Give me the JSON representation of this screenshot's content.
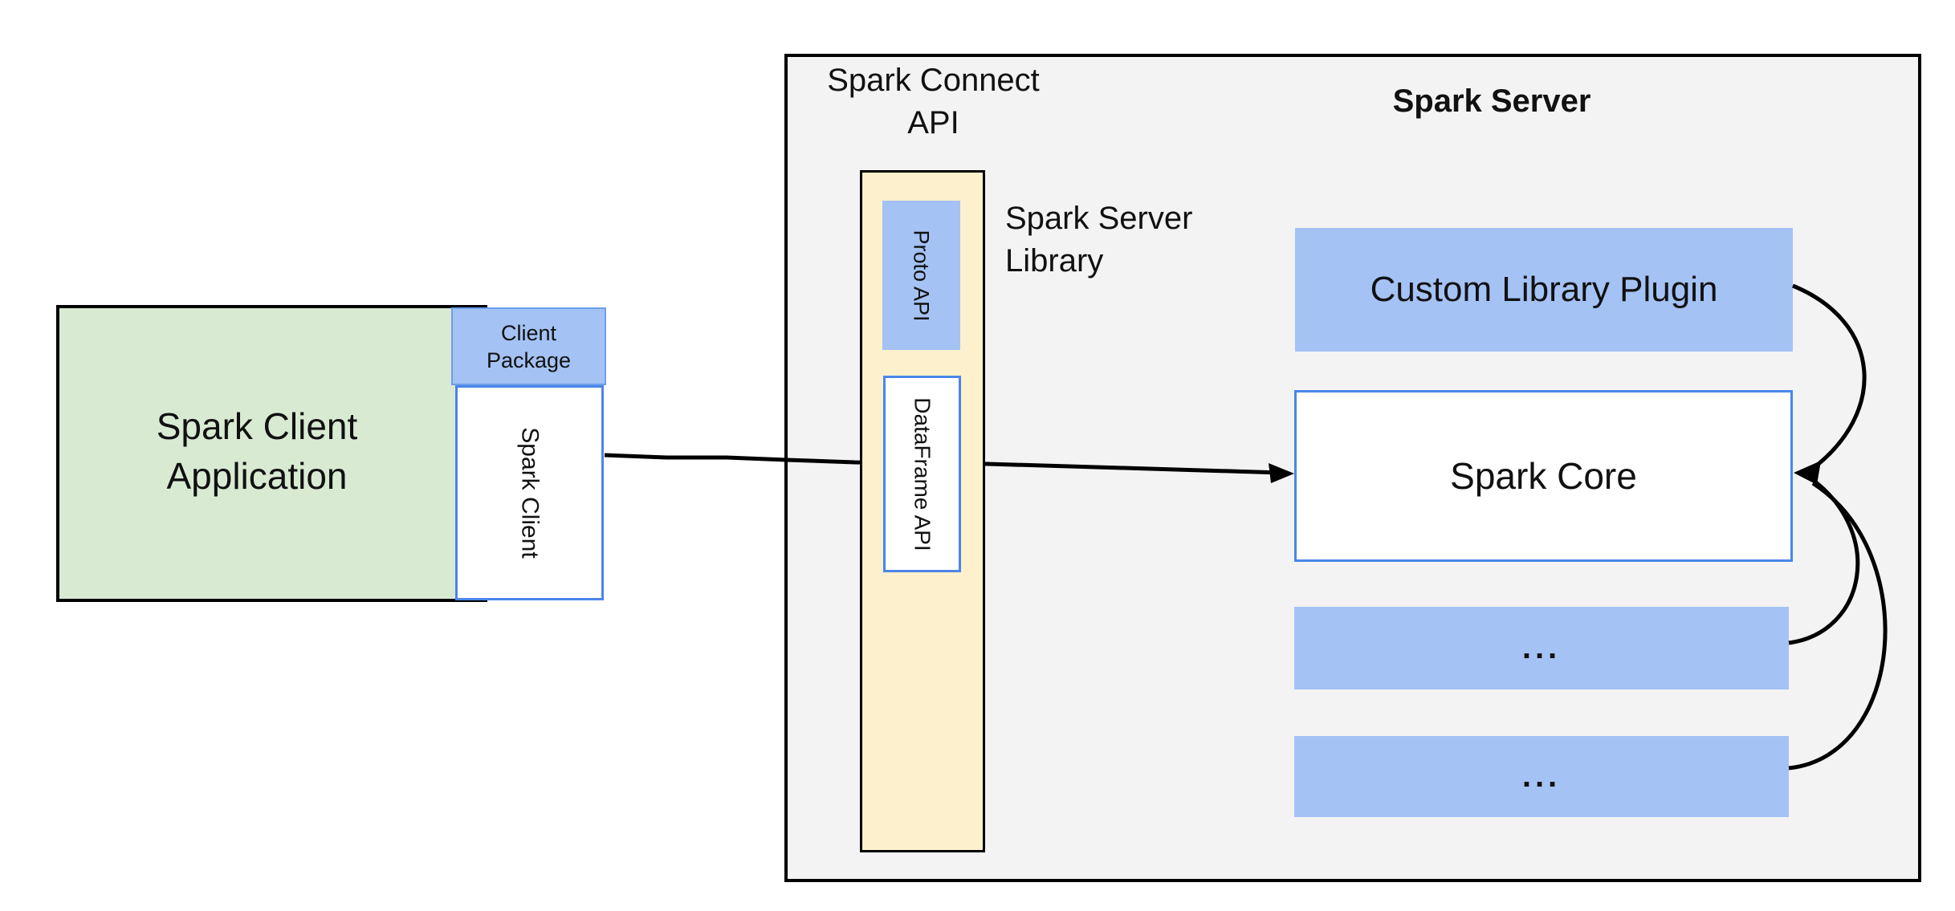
{
  "client": {
    "app_label": "Spark Client Application",
    "package_label": "Client Package",
    "client_label": "Spark Client"
  },
  "connect": {
    "title": "Spark Connect API",
    "proto_label": "Proto API",
    "dataframe_label": "DataFrame API",
    "library_label": "Spark Server Library"
  },
  "server": {
    "title": "Spark Server",
    "plugin_label": "Custom Library Plugin",
    "core_label": "Spark Core",
    "ellipsis_1": "...",
    "ellipsis_2": "..."
  },
  "colors": {
    "client_app_fill": "#d9ead3",
    "component_blue_fill": "#a4c2f4",
    "component_blue_border": "#6d9eeb",
    "white_box_border": "#4a86e8",
    "library_bar_fill": "#fdf0cc",
    "server_container_fill": "#f3f3f3",
    "connector": "#000000"
  }
}
